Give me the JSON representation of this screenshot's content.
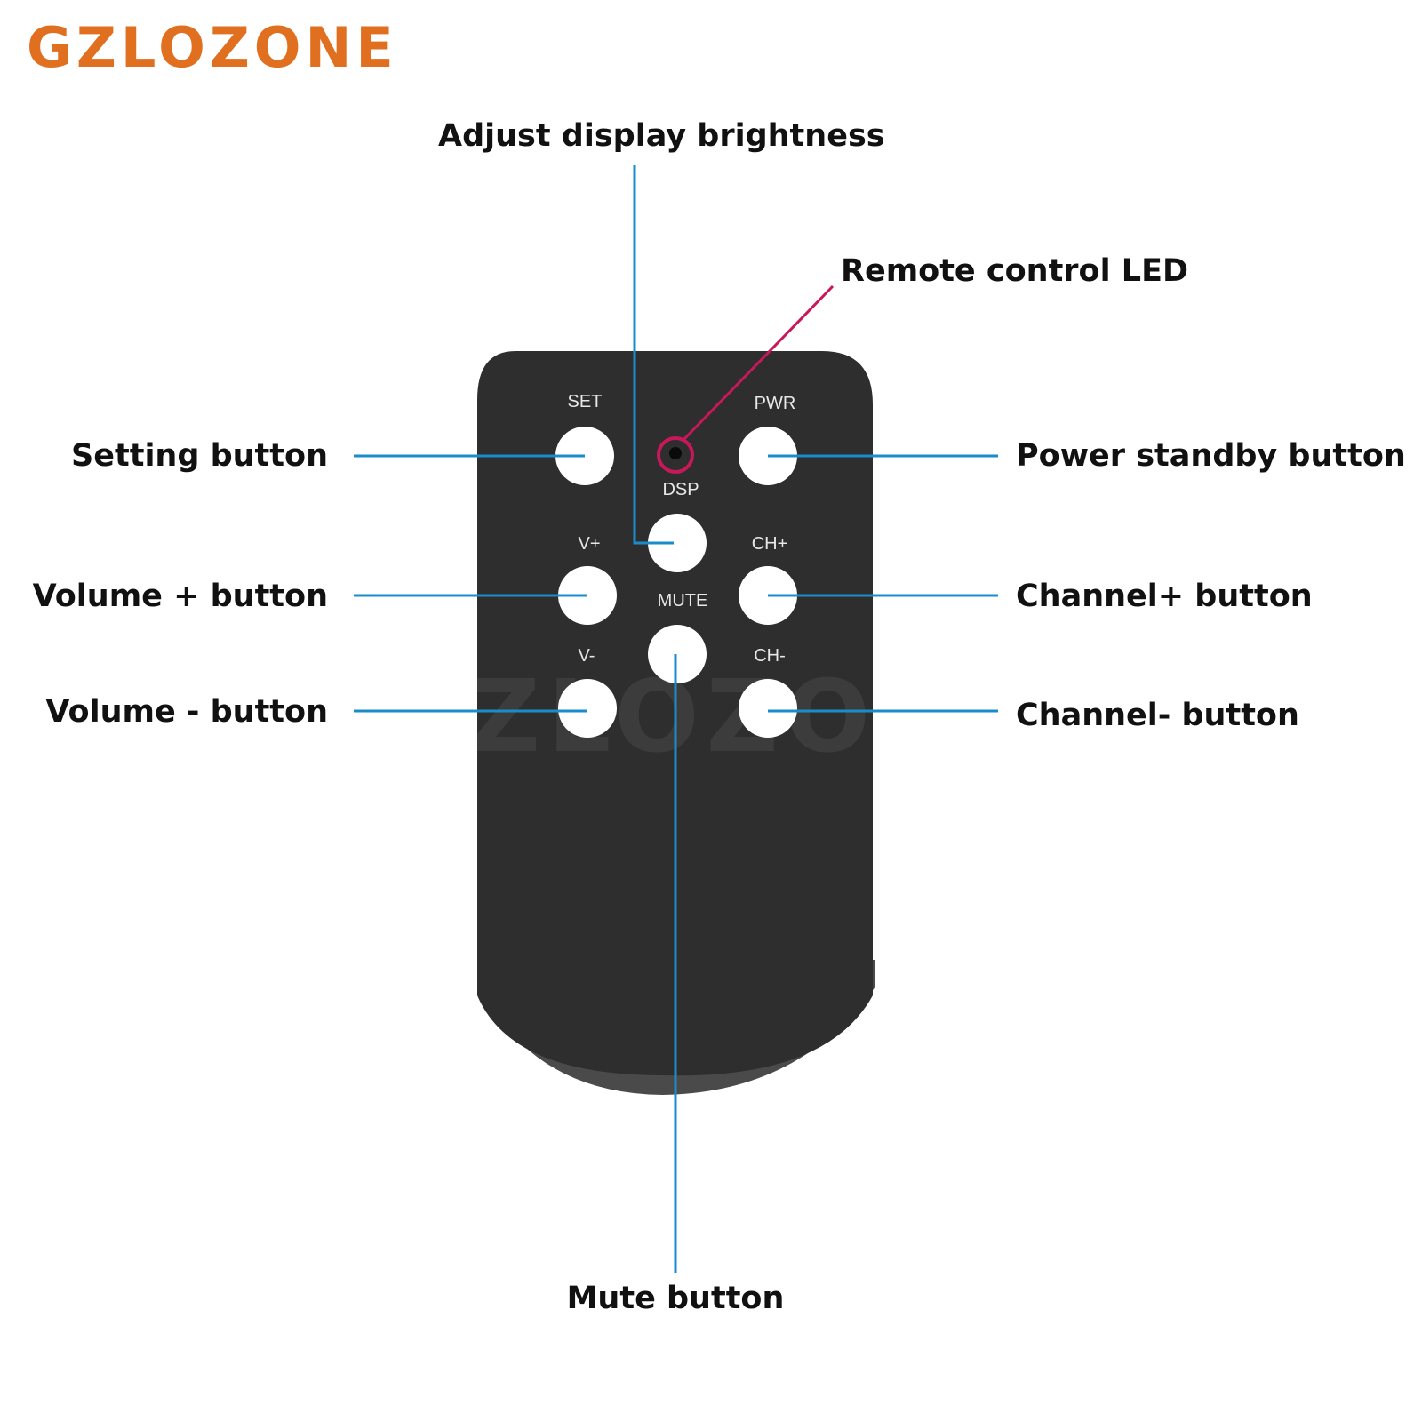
{
  "brand": {
    "logo_text": "GZLOZONE",
    "watermark_text": "GZLOZONE",
    "color": "#e07020"
  },
  "remote": {
    "body_color": "#2e2e2e",
    "key_color": "#ffffff",
    "key_labels": {
      "set": "SET",
      "pwr": "PWR",
      "dsp": "DSP",
      "v_plus": "V+",
      "ch_plus": "CH+",
      "mute": "MUTE",
      "v_minus": "V-",
      "ch_minus": "CH-"
    }
  },
  "callouts": {
    "dsp": "Adjust display brightness",
    "led": "Remote control LED",
    "set": "Setting button",
    "pwr": "Power standby button",
    "v_plus": "Volume + button",
    "ch_plus": "Channel+  button",
    "v_minus": "Volume - button",
    "ch_minus": "Channel-  button",
    "mute": "Mute button"
  },
  "colors": {
    "leader_line": "#1a8ccc",
    "led_leader": "#c8185a"
  }
}
